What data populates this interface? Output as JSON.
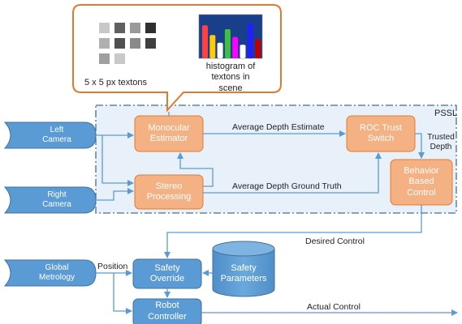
{
  "region_label": "PSSL",
  "callout": {
    "textons_caption": "5 x 5 px textons",
    "histogram_caption_line1": "histogram of",
    "histogram_caption_line2": "textons in scene"
  },
  "inputs": {
    "left_camera": [
      "Left",
      "Camera"
    ],
    "right_camera": [
      "Right",
      "Camera"
    ],
    "global_metrology": [
      "Global",
      "Metrology"
    ]
  },
  "blocks": {
    "monocular_estimator": [
      "Monocular",
      "Estimator"
    ],
    "stereo_processing": [
      "Stereo",
      "Processing"
    ],
    "roc_trust_switch": [
      "ROC Trust",
      "Switch"
    ],
    "behavior_based_control": [
      "Behavior",
      "Based",
      "Control"
    ],
    "safety_override": [
      "Safety",
      "Override"
    ],
    "robot_controller": [
      "Robot",
      "Controller"
    ],
    "safety_parameters": [
      "Safety",
      "Parameters"
    ]
  },
  "edges": {
    "average_depth_estimate": "Average Depth Estimate",
    "average_depth_ground_truth": "Average Depth Ground Truth",
    "trusted_depth_line1": "Trusted",
    "trusted_depth_line2": "Depth",
    "desired_control": "Desired Control",
    "position": "Position",
    "actual_control": "Actual Control"
  },
  "colors": {
    "orange_fill": "#f4b183",
    "orange_border": "#e07b2e",
    "blue_fill": "#5b9bd5",
    "blue_border": "#41719c",
    "arrow": "#5b9bd5",
    "dash": "#41719c",
    "region_fill": "#e8f1fa"
  },
  "histogram_bar_colors": [
    "#ff4040",
    "#ffcc00",
    "#ffffff",
    "#40c040",
    "#ff00ff",
    "#ffffff",
    "#2020ff",
    "#c00000"
  ],
  "texton_grays": [
    "#c8c8c8",
    "#606060",
    "#9a9a9a",
    "#303030",
    "#b0b0b0",
    "#505050",
    "#8a8a8a",
    "#404040",
    "#a0a0a0"
  ]
}
